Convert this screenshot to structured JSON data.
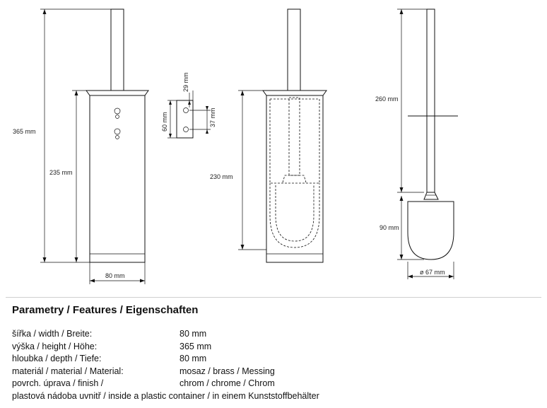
{
  "drawing": {
    "labels": {
      "total_height": "365 mm",
      "body_height": "235 mm",
      "body_width": "80 mm",
      "bracket_top": "29 mm",
      "bracket_height": "60 mm",
      "bracket_spacing": "37 mm",
      "container_height": "230 mm",
      "handle_length": "260 mm",
      "brush_height": "90 mm",
      "brush_diameter": "ø 67 mm"
    }
  },
  "features": {
    "title": "Parametry / Features / Eigenschaften",
    "rows": [
      {
        "label": "šířka / width / Breite:",
        "value": "80 mm"
      },
      {
        "label": "výška / height / Höhe:",
        "value": "365 mm"
      },
      {
        "label": "hloubka / depth / Tiefe:",
        "value": "80 mm"
      },
      {
        "label": "materiál / material / Material:",
        "value": "mosaz / brass / Messing"
      },
      {
        "label": "povrch. úprava / finish /",
        "value": "chrom / chrome / Chrom"
      },
      {
        "label": "plastová nádoba uvnitř / inside a plastic container / in einem Kunststoffbehälter",
        "value": ""
      }
    ]
  }
}
